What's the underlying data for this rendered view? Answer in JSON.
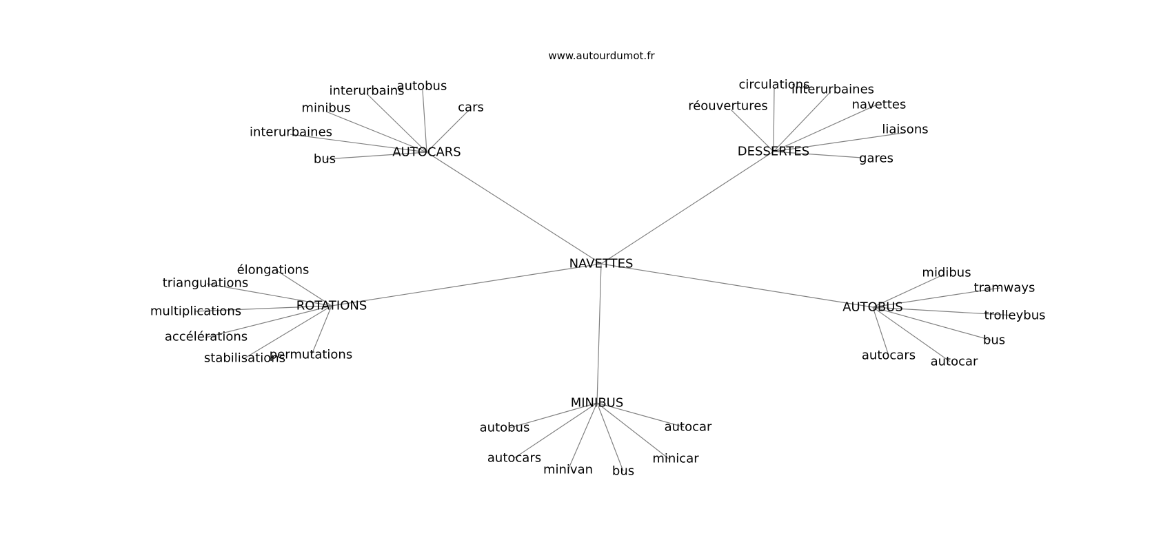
{
  "watermark": "www.autourdumot.fr",
  "graph": {
    "center": "NAVETTES",
    "branches": [
      {
        "hub": "AUTOCARS",
        "leaves": [
          "interurbains",
          "autobus",
          "minibus",
          "cars",
          "interurbaines",
          "bus"
        ]
      },
      {
        "hub": "DESSERTES",
        "leaves": [
          "circulations",
          "interurbaines",
          "réouvertures",
          "navettes",
          "liaisons",
          "gares"
        ]
      },
      {
        "hub": "ROTATIONS",
        "leaves": [
          "élongations",
          "triangulations",
          "multiplications",
          "accélérations",
          "stabilisations",
          "permutations"
        ]
      },
      {
        "hub": "AUTOBUS",
        "leaves": [
          "midibus",
          "tramways",
          "trolleybus",
          "bus",
          "autocars",
          "autocar"
        ]
      },
      {
        "hub": "MINIBUS",
        "leaves": [
          "autobus",
          "autocar",
          "autocars",
          "minivan",
          "bus",
          "minicar"
        ]
      }
    ]
  }
}
